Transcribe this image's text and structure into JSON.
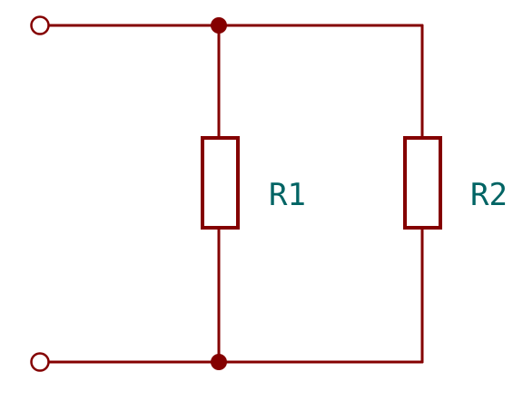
{
  "schematic": {
    "components": [
      {
        "ref": "R1",
        "type": "resistor"
      },
      {
        "ref": "R2",
        "type": "resistor"
      }
    ],
    "colors": {
      "wire": "#840000",
      "label": "#006464",
      "background": "#ffffff"
    },
    "terminals": [
      "input-top",
      "input-bottom"
    ],
    "junctions": [
      "junction-top",
      "junction-bottom"
    ]
  }
}
